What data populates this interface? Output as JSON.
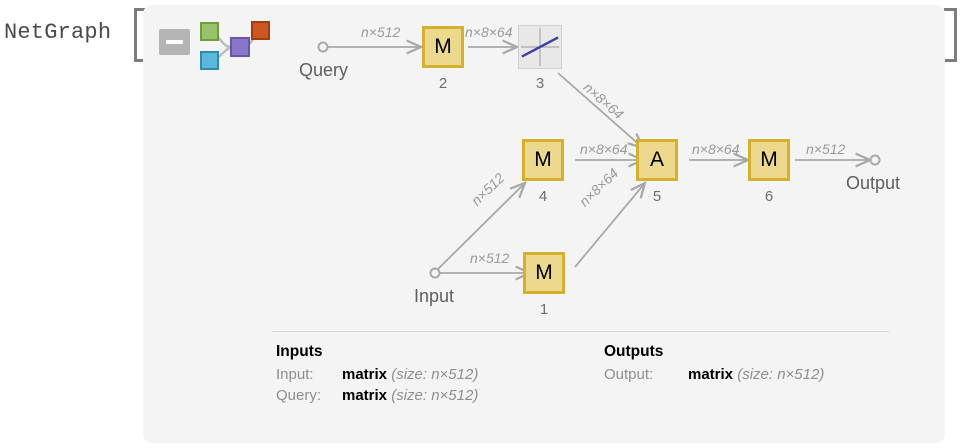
{
  "expression": {
    "head": "NetGraph",
    "bracket_open": "[",
    "bracket_close": "]"
  },
  "toolbar": {
    "collapse_icon": "minus-icon",
    "thumbnail_icon": "network-graph-thumbnail-icon",
    "thumbnail_colors": {
      "green": "#9BC26B",
      "orange": "#CC5520",
      "purple": "#8A76C8",
      "cyan": "#5BB8D8",
      "edge": "#BDBDBD"
    }
  },
  "theme": {
    "panel_bg": "#F4F4F4",
    "node_fill": "#ECD98D",
    "node_border": "#D5B02C",
    "elementwise_fill": "#E8E8E8",
    "elementwise_curve": "#3F3FA8",
    "edge_color": "#A8A8A8",
    "label_color": "#9A9A9A",
    "port_color": "#5F5F5F"
  },
  "graph": {
    "ports": {
      "query": "Query",
      "input": "Input",
      "output": "Output"
    },
    "nodes": [
      {
        "index": "1",
        "label": "M",
        "type": "op"
      },
      {
        "index": "2",
        "label": "M",
        "type": "op"
      },
      {
        "index": "3",
        "label": "",
        "type": "elementwise"
      },
      {
        "index": "4",
        "label": "M",
        "type": "op"
      },
      {
        "index": "5",
        "label": "A",
        "type": "op"
      },
      {
        "index": "6",
        "label": "M",
        "type": "op"
      }
    ],
    "edge_labels": {
      "query_to_2": "n×512",
      "n2_to_n3": "n×8×64",
      "n3_to_n5": "n×8×64",
      "input_to_n4": "n×512",
      "input_to_n1": "n×512",
      "n4_to_n5": "n×8×64",
      "n1_to_n5": "n×8×64",
      "n5_to_n6": "n×8×64",
      "n6_to_output": "n×512"
    }
  },
  "info": {
    "inputs": {
      "title": "Inputs",
      "rows": [
        {
          "key": "Input:",
          "value": "matrix",
          "size": "(size: n×512)"
        },
        {
          "key": "Query:",
          "value": "matrix",
          "size": "(size: n×512)"
        }
      ]
    },
    "outputs": {
      "title": "Outputs",
      "rows": [
        {
          "key": "Output:",
          "value": "matrix",
          "size": "(size: n×512)"
        }
      ]
    }
  }
}
